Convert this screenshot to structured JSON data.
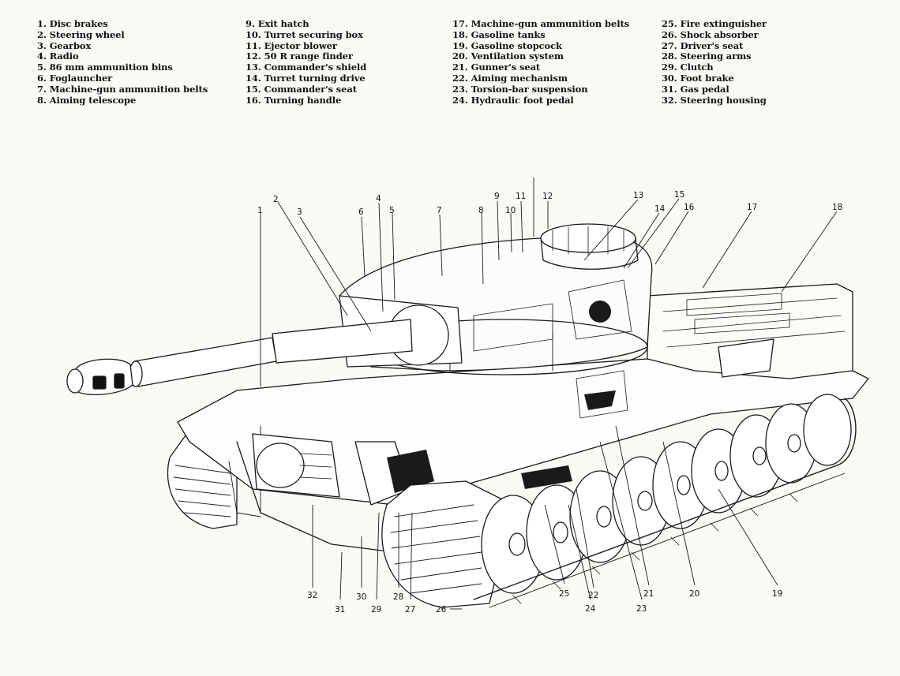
{
  "legend": {
    "columns": [
      [
        {
          "label": "1. Disc brakes"
        },
        {
          "label": "2. Steering wheel"
        },
        {
          "label": "3. Gearbox"
        },
        {
          "label": "4. Radio"
        },
        {
          "label": "5. 86 mm ammunition bins"
        },
        {
          "label": "6. Foglauncher"
        },
        {
          "label": "7. Machine-gun ammunition belts"
        },
        {
          "label": "8. Aiming telescope"
        }
      ],
      [
        {
          "label": "9. Exit hatch"
        },
        {
          "label": "10. Turret securing box"
        },
        {
          "label": "11. Ejector blower"
        },
        {
          "label": "12. 50 R range finder"
        },
        {
          "label": "13. Commander's shield"
        },
        {
          "label": "14. Turret turning drive"
        },
        {
          "label": "15. Commander's seat"
        },
        {
          "label": "16. Turning handle"
        }
      ],
      [
        {
          "label": "17. Machine-gun ammunition belts"
        },
        {
          "label": "18. Gasoline tanks"
        },
        {
          "label": "19. Gasoline stopcock"
        },
        {
          "label": "20. Ventilation system"
        },
        {
          "label": "21. Gunner's seat"
        },
        {
          "label": "22. Aiming mechanism"
        },
        {
          "label": "23. Torsion-bar suspension"
        },
        {
          "label": "24. Hydraulic foot pedal"
        }
      ],
      [
        {
          "label": "25. Fire extinguisher"
        },
        {
          "label": "26. Shock absorber"
        },
        {
          "label": "27. Driver's seat"
        },
        {
          "label": "28. Steering arms"
        },
        {
          "label": "29. Clutch"
        },
        {
          "label": "30. Foot brake"
        },
        {
          "label": "31. Gas pedal"
        },
        {
          "label": "32. Steering housing"
        }
      ]
    ]
  },
  "callouts": {
    "top": [
      "1",
      "2",
      "3",
      "4",
      "5",
      "6",
      "7",
      "8",
      "9",
      "10",
      "11",
      "12",
      "13",
      "14",
      "15",
      "16",
      "17",
      "18"
    ],
    "bottom": [
      "32",
      "31",
      "30",
      "29",
      "28",
      "27",
      "26",
      "25",
      "24",
      "22",
      "23",
      "21",
      "20",
      "19"
    ]
  }
}
